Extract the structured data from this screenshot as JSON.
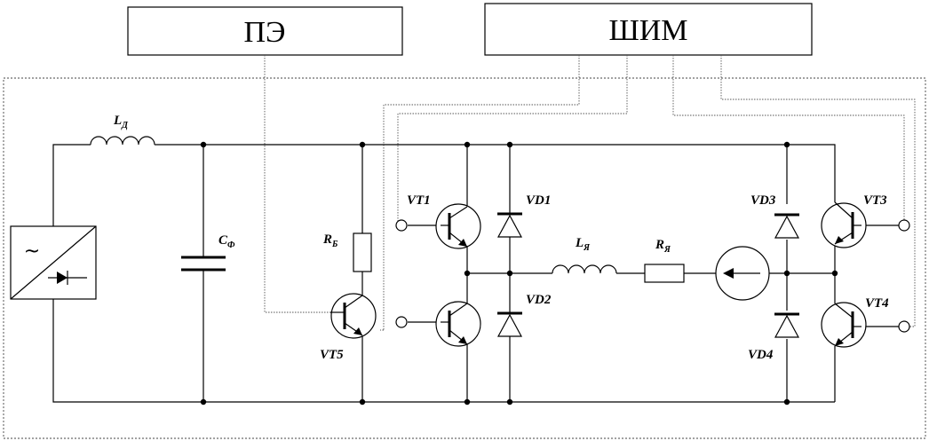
{
  "blocks": {
    "pe": "ПЭ",
    "shim": "ШИМ"
  },
  "source_symbol": "~",
  "labels": {
    "ld_main": "L",
    "ld_sub": "Д",
    "cf_main": "C",
    "cf_sub": "Ф",
    "rb_main": "R",
    "rb_sub": "Б",
    "vt5": "VT5",
    "vt1": "VT1",
    "vt3": "VT3",
    "vt4": "VT4",
    "vd1": "VD1",
    "vd2": "VD2",
    "vd3": "VD3",
    "vd4": "VD4",
    "lya_main": "L",
    "lya_sub": "Я",
    "rya_main": "R",
    "rya_sub": "Я"
  }
}
